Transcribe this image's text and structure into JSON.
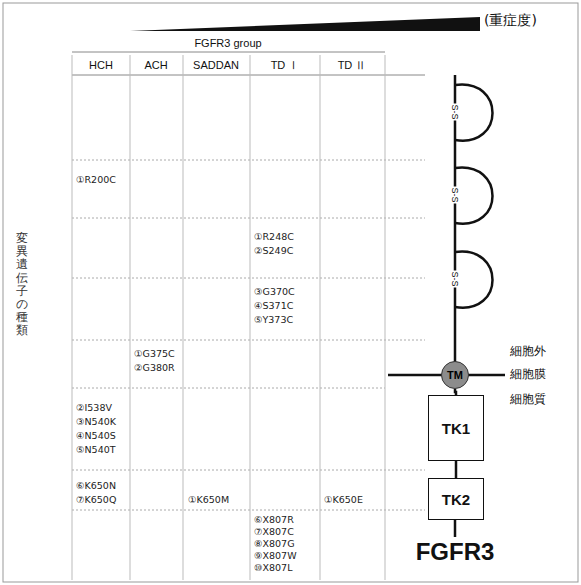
{
  "diagram": {
    "nodes": [
      {
        "text": [
          "TM"
        ]
      },
      {
        "text": [
          "TK1"
        ]
      },
      {
        "text": [
          "TK2"
        ]
      }
    ],
    "edges": [
      {
        "from": 0,
        "to": 1,
        "arrow": "none"
      },
      {
        "from": 1,
        "to": 2,
        "arrow": "none"
      }
    ],
    "labels": [
      "(重症度)",
      "FGFR3 group",
      "HCH",
      "ACH",
      "SADDAN",
      "TD Ⅰ",
      "TD Ⅱ",
      "変異遺伝子の種類",
      "①R200C",
      "②I538V",
      "③N540K",
      "④N540S",
      "⑤N540T",
      "⑥K650N",
      "⑦K650Q",
      "①G375C",
      "②G380R",
      "①K650M",
      "①R248C",
      "②S249C",
      "③G370C",
      "④S371C",
      "⑤Y373C",
      "⑥X807R",
      "⑦X807C",
      "⑧X807G",
      "⑨X807W",
      "⑩X807L",
      "①K650E",
      "S-S",
      "S-S",
      "S-S",
      "細胞外",
      "細胞膜",
      "細胞質",
      "FGFR3"
    ]
  }
}
